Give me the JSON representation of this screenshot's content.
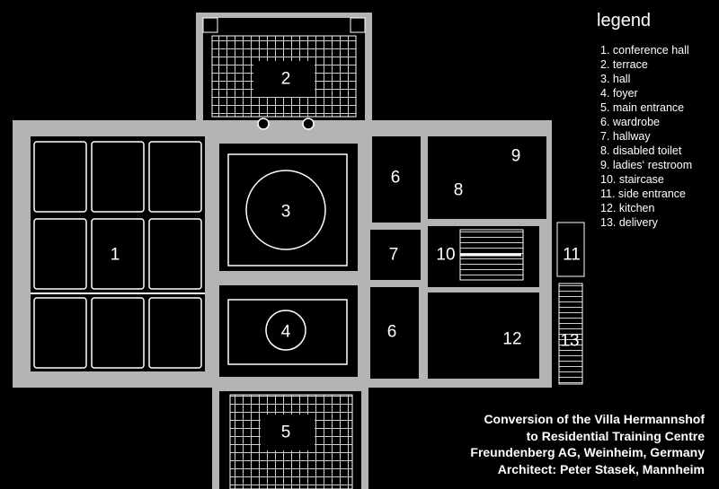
{
  "legend": {
    "title": "legend",
    "items": [
      "1.  conference hall",
      "2.  terrace",
      "3.  hall",
      "4.  foyer",
      "5.  main entrance",
      "6.  wardrobe",
      "7.  hallway",
      "8.  disabled toilet",
      "9.  ladies‘ restroom",
      "10.  staircase",
      "11.  side entrance",
      "12.  kitchen",
      "13.  delivery"
    ]
  },
  "caption": {
    "line1": "Conversion of the Villa Hermannshof",
    "line2": "to Residential Training Centre",
    "line3": "Freundenberg AG, Weinheim, Germany",
    "line4": "Architect: Peter Stasek, Mannheim"
  },
  "rooms": {
    "r1": "1",
    "r2": "2",
    "r3": "3",
    "r4": "4",
    "r5": "5",
    "r6a": "6",
    "r6b": "6",
    "r7": "7",
    "r8": "8",
    "r9": "9",
    "r10": "10",
    "r11": "11",
    "r12": "12",
    "r13": "13"
  },
  "colors": {
    "background": "#000000",
    "wall": "#b4b4b4",
    "line": "#ffffff",
    "text": "#ffffff"
  }
}
